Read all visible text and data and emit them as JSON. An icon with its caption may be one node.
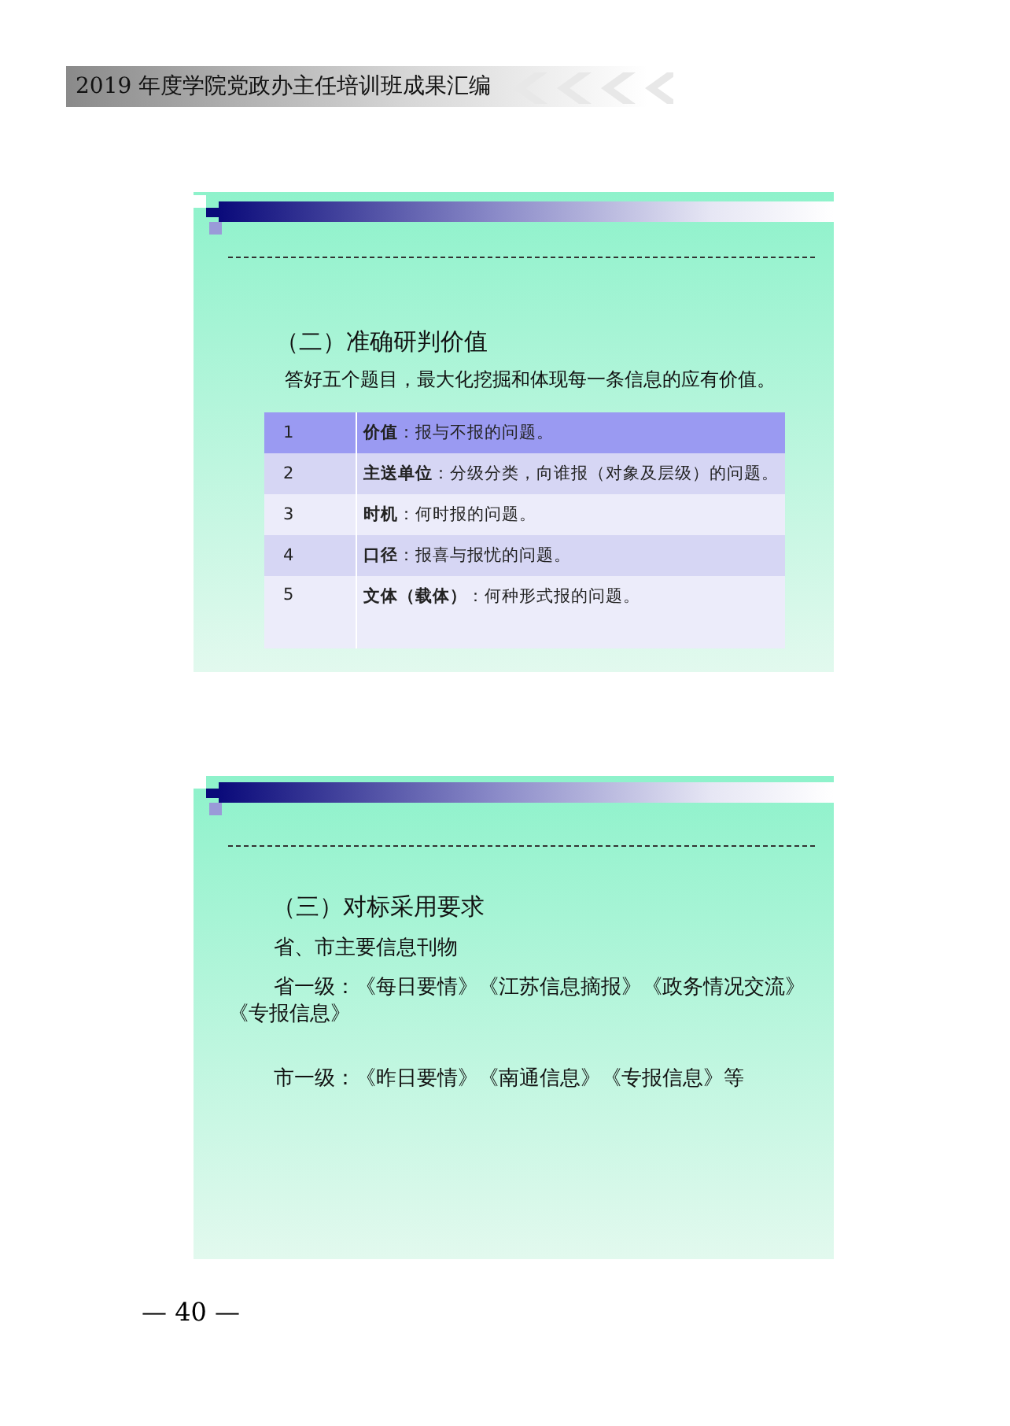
{
  "diagram": {
    "title": "2019 年度学院党政办主任培训班成果汇编",
    "nodes": [
      {
        "text": [
          "（二）准确研判价值",
          "答好五个题目，最大化挖掘和体现每一条信息的应有价值。"
        ]
      },
      {
        "text": [
          "（三）对标采用要求",
          "省、市主要信息刊物",
          "省一级：《每日要情》《江苏信息摘报》《政务情况交流》《专报信息》",
          "市一级：《昨日要情》《南通信息》《专报信息》等"
        ]
      }
    ],
    "labels": [
      "1",
      "**价值**：报与不报的问题。",
      "2",
      "**主送单位**：分级分类，向谁报（对象及层级）的问题。",
      "3",
      "**时机**：何时报的问题。",
      "4",
      "**口径**：报喜与报忧的问题。",
      "5",
      "**文体（载体）**：何种形式报的问题。",
      "— 40 —"
    ]
  }
}
